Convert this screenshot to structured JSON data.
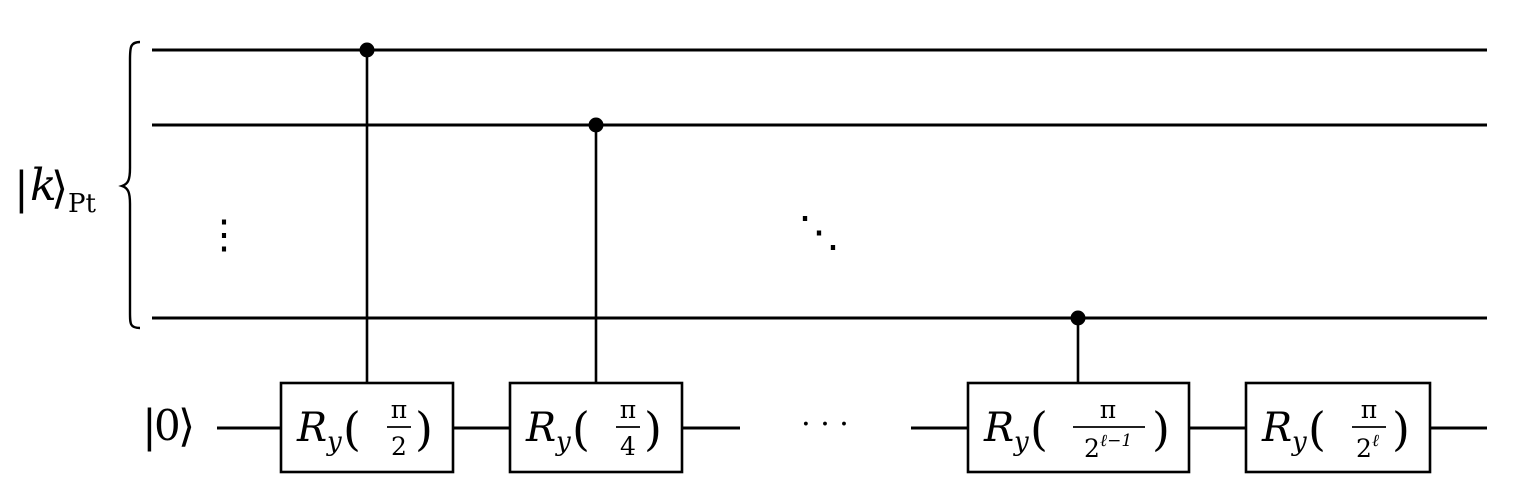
{
  "register": {
    "ket_open": "|",
    "ket_symbol": "k",
    "ket_close": "⟩",
    "subscript": "Pt"
  },
  "ancilla": {
    "ket_open": "|",
    "ket_symbol": "0",
    "ket_close": "⟩"
  },
  "gates": [
    {
      "name": "R",
      "sub": "y",
      "num": "π",
      "den_base": "2",
      "den_exp": ""
    },
    {
      "name": "R",
      "sub": "y",
      "num": "π",
      "den_base": "4",
      "den_exp": ""
    },
    {
      "name": "R",
      "sub": "y",
      "num": "π",
      "den_base": "2",
      "den_exp": "ℓ−1"
    },
    {
      "name": "R",
      "sub": "y",
      "num": "π",
      "den_base": "2",
      "den_exp": "ℓ"
    }
  ],
  "ellipsis": {
    "horizontal": "· · ·",
    "vertical": "⋮",
    "diagonal": "⋱"
  }
}
